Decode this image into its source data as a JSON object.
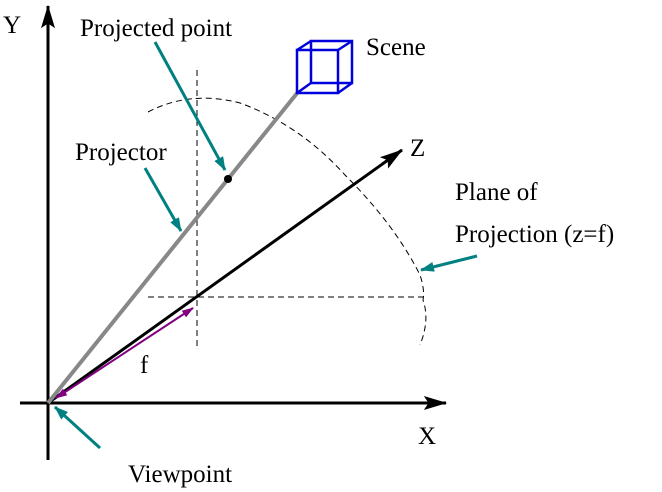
{
  "labels": {
    "y_axis": "Y",
    "x_axis": "X",
    "z_axis": "Z",
    "projected_point": "Projected point",
    "scene": "Scene",
    "projector": "Projector",
    "plane_line1": "Plane of",
    "plane_line2": "Projection (z=f)",
    "focal_length": "f",
    "viewpoint": "Viewpoint"
  },
  "colors": {
    "axis": "#000000",
    "projector": "#888888",
    "scene": "#0000dd",
    "pointer": "#008080",
    "focal": "#800080"
  }
}
